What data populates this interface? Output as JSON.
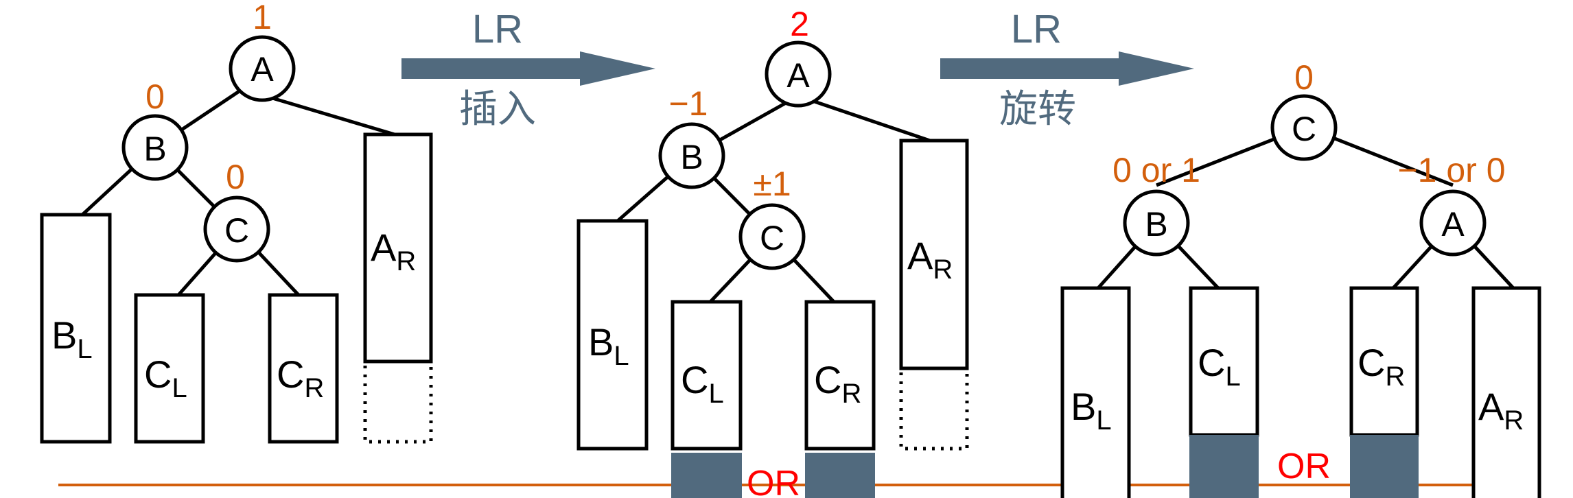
{
  "colors": {
    "balance_orange": "#d35f0c",
    "balance_red": "#ff0000",
    "arrow_slate": "#516a7e",
    "or_red": "#ff0000",
    "height_line": "#d35f0c"
  },
  "step1": {
    "label_top": "LR",
    "label_bottom": "插入"
  },
  "step2": {
    "label_top": "LR",
    "label_bottom": "旋转"
  },
  "tree1": {
    "nodes": {
      "a": "A",
      "b": "B",
      "c": "C"
    },
    "balance": {
      "a": "1",
      "b": "0",
      "c": "0"
    },
    "subtrees": {
      "bl": {
        "main": "B",
        "sub": "L"
      },
      "cl": {
        "main": "C",
        "sub": "L"
      },
      "cr": {
        "main": "C",
        "sub": "R"
      },
      "ar": {
        "main": "A",
        "sub": "R"
      }
    }
  },
  "tree2": {
    "nodes": {
      "a": "A",
      "b": "B",
      "c": "C"
    },
    "balance": {
      "a": "2",
      "b": "−1",
      "c": "±1"
    },
    "subtrees": {
      "bl": {
        "main": "B",
        "sub": "L"
      },
      "cl": {
        "main": "C",
        "sub": "L"
      },
      "cr": {
        "main": "C",
        "sub": "R"
      },
      "ar": {
        "main": "A",
        "sub": "R"
      }
    },
    "or_label": "OR"
  },
  "tree3": {
    "nodes": {
      "c": "C",
      "b": "B",
      "a": "A"
    },
    "balance": {
      "c": "0",
      "b": "0 or 1",
      "a": "−1 or 0"
    },
    "subtrees": {
      "bl": {
        "main": "B",
        "sub": "L"
      },
      "cl": {
        "main": "C",
        "sub": "L"
      },
      "cr": {
        "main": "C",
        "sub": "R"
      },
      "ar": {
        "main": "A",
        "sub": "R"
      }
    },
    "or_label": "OR"
  }
}
